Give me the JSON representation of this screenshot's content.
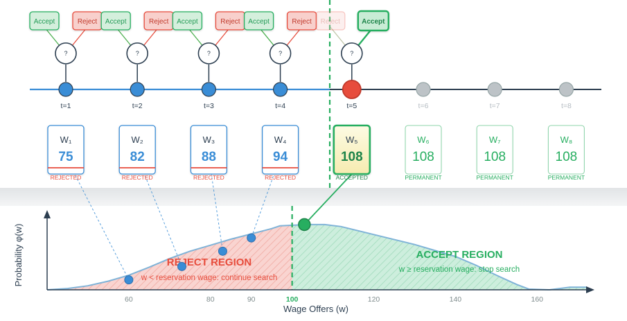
{
  "decision": {
    "accept_label": "Accept",
    "reject_label": "Reject",
    "question_mark": "?"
  },
  "timeline": {
    "steps": [
      {
        "label": "t=1",
        "state": "past"
      },
      {
        "label": "t=2",
        "state": "past"
      },
      {
        "label": "t=3",
        "state": "past"
      },
      {
        "label": "t=4",
        "state": "past"
      },
      {
        "label": "t=5",
        "state": "current"
      },
      {
        "label": "t=6",
        "state": "future"
      },
      {
        "label": "t=7",
        "state": "future"
      },
      {
        "label": "t=8",
        "state": "future"
      }
    ]
  },
  "offers": [
    {
      "name": "W₁",
      "value": "75",
      "status": "REJECTED",
      "state": "rejected"
    },
    {
      "name": "W₂",
      "value": "82",
      "status": "REJECTED",
      "state": "rejected"
    },
    {
      "name": "W₃",
      "value": "88",
      "status": "REJECTED",
      "state": "rejected"
    },
    {
      "name": "W₄",
      "value": "94",
      "status": "REJECTED",
      "state": "rejected"
    },
    {
      "name": "W₅",
      "value": "108",
      "status": "ACCEPTED",
      "state": "accepted"
    },
    {
      "name": "W₆",
      "value": "108",
      "status": "PERMANENT",
      "state": "permanent"
    },
    {
      "name": "W₇",
      "value": "108",
      "status": "PERMANENT",
      "state": "permanent"
    },
    {
      "name": "W₈",
      "value": "108",
      "status": "PERMANENT",
      "state": "permanent"
    }
  ],
  "regions": {
    "reject_title": "REJECT REGION",
    "reject_subtitle": "w < reservation wage: continue search",
    "accept_title": "ACCEPT REGION",
    "accept_subtitle": "w ≥ reservation wage: stop search"
  },
  "chart_data": {
    "type": "area",
    "xlabel": "Wage Offers (w)",
    "ylabel": "Probability φ(w)",
    "x_ticks": [
      60,
      80,
      90,
      100,
      120,
      140,
      160
    ],
    "reservation_wage": 100,
    "xlim": [
      40,
      172
    ],
    "ylim": [
      0,
      1.05
    ],
    "density": [
      [
        40,
        0.0
      ],
      [
        45,
        0.02
      ],
      [
        50,
        0.06
      ],
      [
        55,
        0.13
      ],
      [
        60,
        0.22
      ],
      [
        65,
        0.34
      ],
      [
        70,
        0.47
      ],
      [
        75,
        0.58
      ],
      [
        80,
        0.67
      ],
      [
        85,
        0.76
      ],
      [
        90,
        0.84
      ],
      [
        95,
        0.92
      ],
      [
        97,
        0.96
      ],
      [
        100,
        0.97
      ],
      [
        104,
        0.98
      ],
      [
        108,
        0.98
      ],
      [
        112,
        0.95
      ],
      [
        120,
        0.83
      ],
      [
        130,
        0.68
      ],
      [
        140,
        0.5
      ],
      [
        145,
        0.37
      ],
      [
        150,
        0.22
      ],
      [
        155,
        0.08
      ],
      [
        158,
        0.01
      ],
      [
        163,
        0.0
      ],
      [
        168,
        0.04
      ],
      [
        172,
        0.04
      ]
    ],
    "offer_points": [
      {
        "x": 60,
        "y": 0.15
      },
      {
        "x": 73,
        "y": 0.35
      },
      {
        "x": 83,
        "y": 0.58
      },
      {
        "x": 90,
        "y": 0.78
      },
      {
        "x": 103,
        "y": 0.98
      }
    ]
  },
  "colors": {
    "accept": "#27ae60",
    "reject": "#e74c3c",
    "blue": "#3a8dd6",
    "gray": "#bdc3c7",
    "axis": "#2c3e50"
  }
}
